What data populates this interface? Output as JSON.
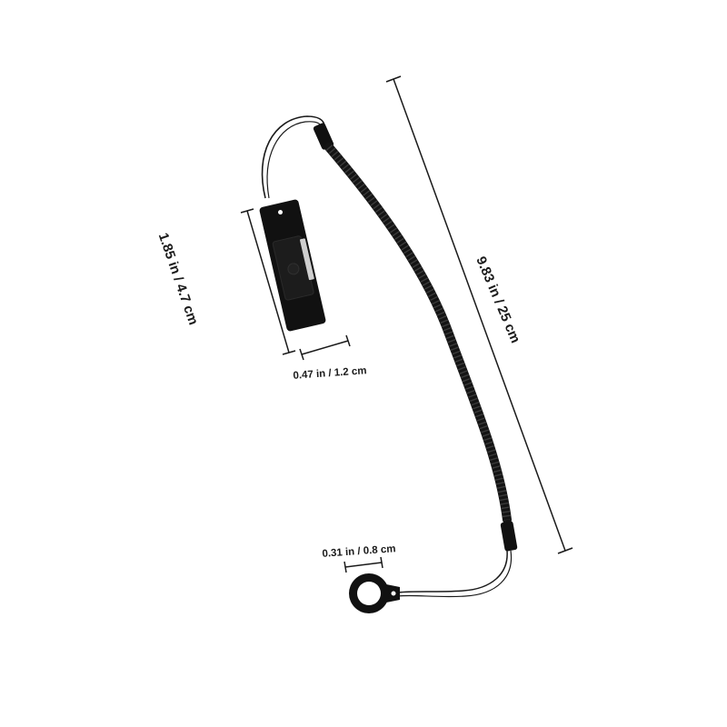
{
  "product": {
    "color": "#111111",
    "cord_color": "#1a1a1a",
    "dimension_line_color": "#1a1a1a"
  },
  "dimensions": {
    "height": "1.85 in / 4.7 cm",
    "width": "0.47 in / 1.2 cm",
    "length": "9.83 in / 25 cm",
    "ring": "0.31 in / 0.8 cm"
  }
}
